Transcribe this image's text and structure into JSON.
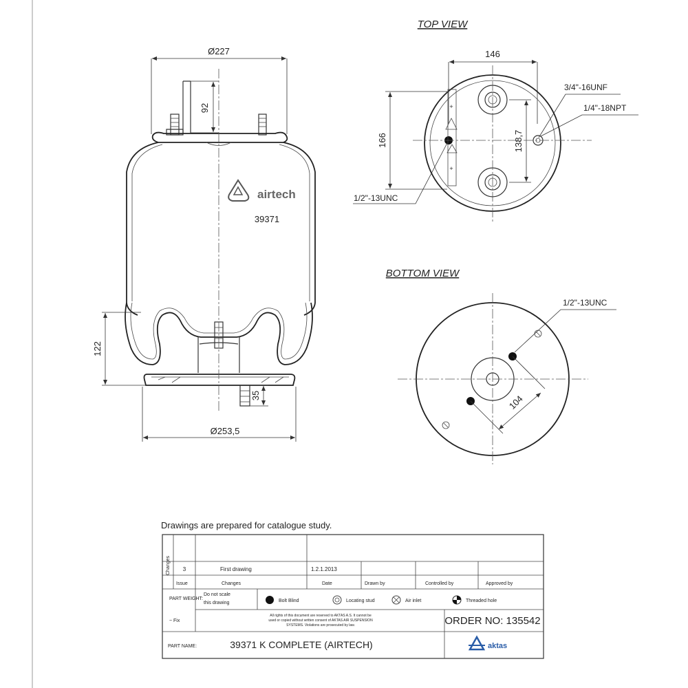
{
  "side_view": {
    "dim_top_diameter": "Ø227",
    "dim_stud_height": "92",
    "dim_piston_height": "122",
    "dim_bottom_stud": "35",
    "dim_base_diameter": "Ø253,5",
    "brand_mark": "airtech",
    "part_number": "39371"
  },
  "top_view": {
    "title": "TOP VIEW",
    "dim_width": "146",
    "dim_height": "166",
    "dim_stud_spacing": "138,7",
    "label_unf": "3/4\"-16UNF",
    "label_npt": "1/4\"-18NPT",
    "label_unc": "1/2\"-13UNC"
  },
  "bottom_view": {
    "title": "BOTTOM VIEW",
    "label_unc": "1/2\"-13UNC",
    "dim_hole_spacing": "104"
  },
  "title_block": {
    "note": "Drawings are  prepared for  catalogue study.",
    "rev_no": "3",
    "rev_desc": "First drawing",
    "rev_date": "1.2.1.2013",
    "hdr_issue": "Issue",
    "hdr_changes": "Changes",
    "hdr_date": "Date",
    "hdr_drawn": "Drawn by",
    "hdr_controlled": "Controlled by",
    "hdr_approved": "Approved by",
    "changes_vertical": "Changes",
    "part_weight_label": "PART WEIGHT:",
    "part_weight_value": "~ Fix",
    "scale_note_1": "Do not scale",
    "scale_note_2": "this drawing",
    "legend_bolt": "Bolt Blind",
    "legend_locating": "Locating stud",
    "legend_air": "Air inlet",
    "legend_threaded": "Threaded hole",
    "copyright_1": "All rights of this document are reserved to AKTAS A.S. It cannot be",
    "copyright_2": "used or copied without written consent of AKTAS AIR SUSPENSION",
    "copyright_3": "SYSTEMS. Violations are prosecuted by law.",
    "order_no": "ORDER NO: 135542",
    "part_name_label": "PART NAME:",
    "part_name_value": "39371 K COMPLETE (AIRTECH)",
    "logo_text": "aktas"
  }
}
